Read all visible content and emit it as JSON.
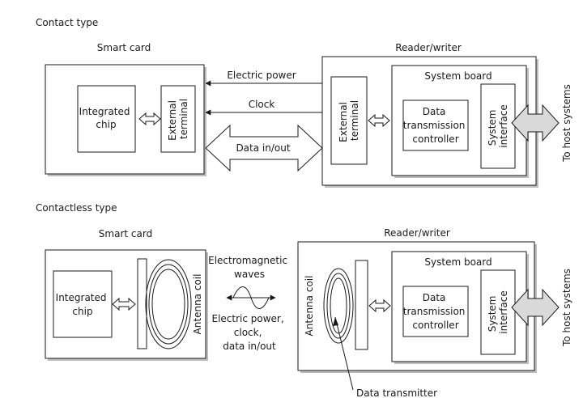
{
  "contact": {
    "section_title": "Contact type",
    "smart_card_title": "Smart card",
    "reader_title": "Reader/writer",
    "ic_label": [
      "Integrated",
      "chip"
    ],
    "card_terminal": [
      "External",
      "terminal"
    ],
    "reader_terminal": [
      "External",
      "terminal"
    ],
    "system_board": "System board",
    "data_controller": [
      "Data",
      "transmission",
      "controller"
    ],
    "system_interface": [
      "System",
      "interface"
    ],
    "to_host": "To host systems",
    "electric_power": "Electric power",
    "clock": "Clock",
    "data_inout": "Data in/out"
  },
  "contactless": {
    "section_title": "Contactless type",
    "smart_card_title": "Smart card",
    "reader_title": "Reader/writer",
    "ic_label": [
      "Integrated",
      "chip"
    ],
    "card_antenna": "Antenna coil",
    "reader_antenna": "Antenna coil",
    "system_board": "System board",
    "data_controller": [
      "Data",
      "transmission",
      "controller"
    ],
    "system_interface": [
      "System",
      "interface"
    ],
    "to_host": "To host systems",
    "em_waves": [
      "Electromagnetic",
      "waves"
    ],
    "signals": [
      "Electric power,",
      "clock,",
      "data in/out"
    ],
    "data_transmitter": "Data transmitter"
  }
}
